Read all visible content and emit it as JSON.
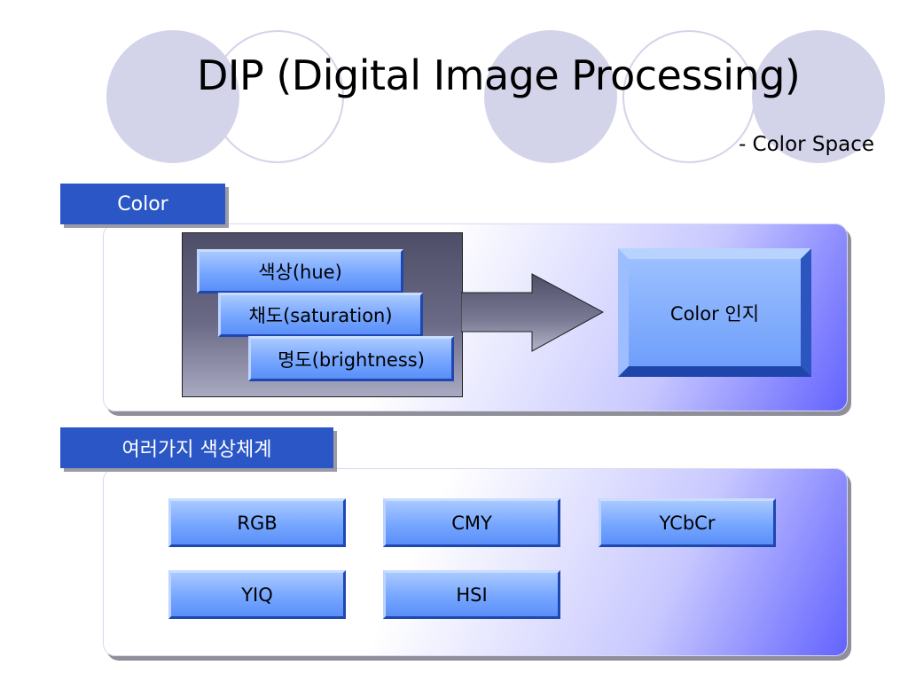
{
  "title": "DIP (Digital Image Processing)",
  "subtitle": "- Color Space",
  "section1": {
    "tag": "Color",
    "attributes": [
      "색상(hue)",
      "채도(saturation)",
      "명도(brightness)"
    ],
    "result": "Color 인지"
  },
  "section2": {
    "tag": "여러가지 색상체계",
    "systems": [
      "RGB",
      "CMY",
      "YCbCr",
      "YIQ",
      "HSI"
    ]
  },
  "colors": {
    "tag_bg": "#2a56c6",
    "circle": "#d3d3ea",
    "button_face": "#76a6ff"
  }
}
